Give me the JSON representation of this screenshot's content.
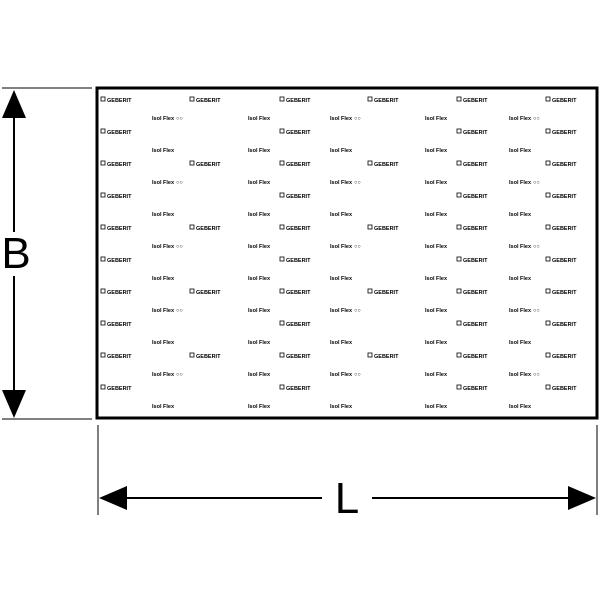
{
  "dimensions": {
    "height_label": "B",
    "length_label": "L"
  },
  "print_pattern": {
    "brand_text": "GEBERIT",
    "product_text": "Isol Flex",
    "product_marker": "○○"
  },
  "colors": {
    "line": "#000000",
    "background": "#ffffff"
  }
}
